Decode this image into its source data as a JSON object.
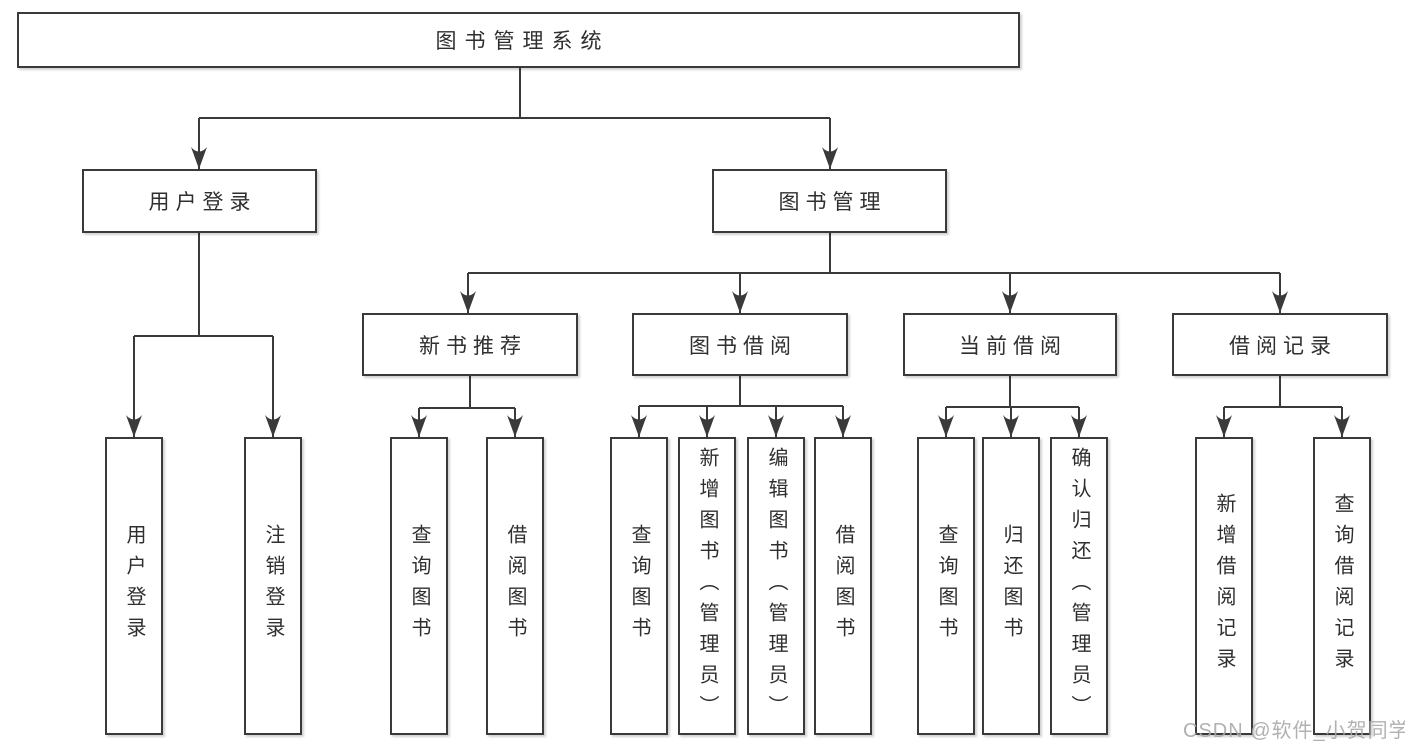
{
  "diagram": {
    "root": {
      "label": "图书管理系统",
      "children": [
        {
          "label": "用户登录",
          "children": [
            {
              "label": "用户登录"
            },
            {
              "label": "注销登录"
            }
          ]
        },
        {
          "label": "图书管理",
          "children": [
            {
              "label": "新书推荐",
              "children": [
                {
                  "label": "查询图书"
                },
                {
                  "label": "借阅图书"
                }
              ]
            },
            {
              "label": "图书借阅",
              "children": [
                {
                  "label": "查询图书"
                },
                {
                  "label": "新增图书（管理员）"
                },
                {
                  "label": "编辑图书（管理员）"
                },
                {
                  "label": "借阅图书"
                }
              ]
            },
            {
              "label": "当前借阅",
              "children": [
                {
                  "label": "查询图书"
                },
                {
                  "label": "归还图书"
                },
                {
                  "label": "确认归还（管理员）"
                }
              ]
            },
            {
              "label": "借阅记录",
              "children": [
                {
                  "label": "新增借阅记录"
                },
                {
                  "label": "查询借阅记录"
                }
              ]
            }
          ]
        }
      ]
    }
  },
  "watermark": {
    "text": "CSDN @软件_小贺同学"
  },
  "colors": {
    "line": "#3a3a3a",
    "box_border": "#3a3a3a",
    "text": "#2f2f2f",
    "watermark": "#a9a9a9",
    "background": "#ffffff"
  }
}
